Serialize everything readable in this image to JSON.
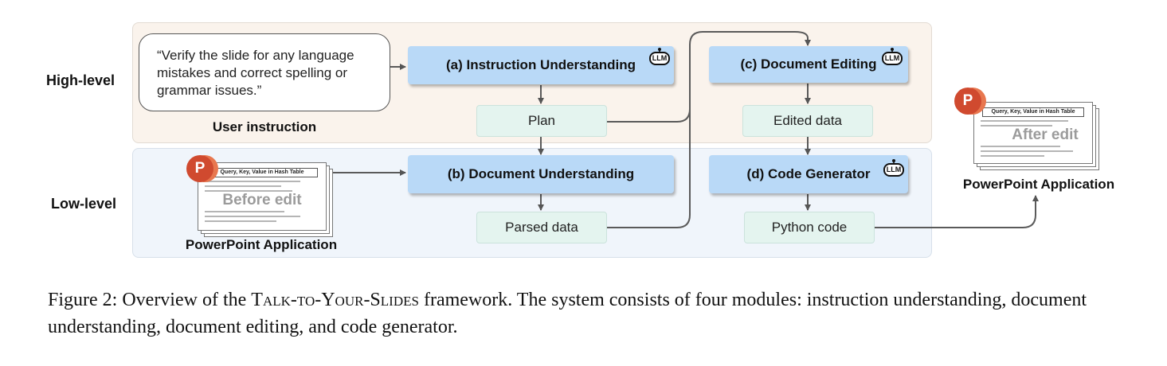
{
  "levels": {
    "high": "High-level",
    "low": "Low-level"
  },
  "user_instruction": {
    "text": "“Verify the slide for any language mistakes and correct spelling or grammar issues.”",
    "caption": "User instruction"
  },
  "modules": {
    "a": "(a) Instruction Understanding",
    "b": "(b) Document Understanding",
    "c": "(c) Document Editing",
    "d": "(d) Code Generator"
  },
  "data_boxes": {
    "plan": "Plan",
    "parsed": "Parsed data",
    "edited": "Edited data",
    "python": "Python code"
  },
  "llm_badge": "LLM",
  "ppt_before": {
    "logo": "P",
    "slide_title": "Query, Key, Value in Hash Table",
    "overlay": "Before edit",
    "caption": "PowerPoint Application"
  },
  "ppt_after": {
    "logo": "P",
    "slide_title": "Query, Key, Value in Hash Table",
    "overlay": "After edit",
    "caption": "PowerPoint Application"
  },
  "figure_caption": {
    "prefix": "Figure 2: Overview of the ",
    "name": "Talk-to-Your-Slides",
    "suffix": " framework. The system consists of four modules: instruction understanding, document understanding, document editing, and code generator."
  },
  "colors": {
    "module_fill": "#b9d9f7",
    "data_fill": "#e4f4ef",
    "high_band": "#faf3ec",
    "low_band": "#f0f5fb",
    "arrow": "#555555",
    "ppt_brand": "#d04a2f"
  }
}
